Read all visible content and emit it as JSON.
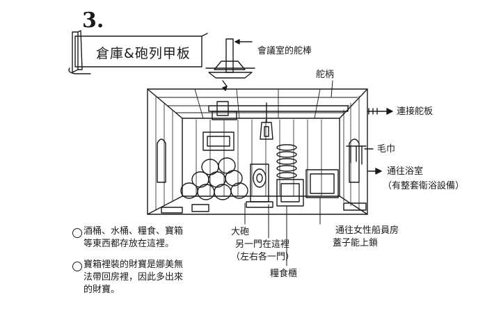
{
  "section_number": "3.",
  "title": "倉庫&砲列甲板",
  "labels": {
    "helm_stick": "會議室的舵棒",
    "tiller": "舵柄",
    "rudder_link": "連接舵板",
    "towel": "毛巾",
    "bathroom": "通往浴室",
    "bathroom_note": "（有整套衛浴設備）",
    "cannon": "大砲",
    "other_door": "另一門在這裡",
    "door_note": "（左右各一門）",
    "womens_cabin": "通往女性船員房",
    "lid_lock": "蓋子能上鎖",
    "food_cabinet": "糧食櫃"
  },
  "notes": [
    {
      "line1": "酒桶、水桶、糧食、寶箱",
      "line2": "等東西都存放在這裡。"
    },
    {
      "line1": "寶箱裡裝的財寶是娜美無",
      "line2": "法帶回房裡，因此多出來",
      "line3": "的財寶。"
    }
  ]
}
